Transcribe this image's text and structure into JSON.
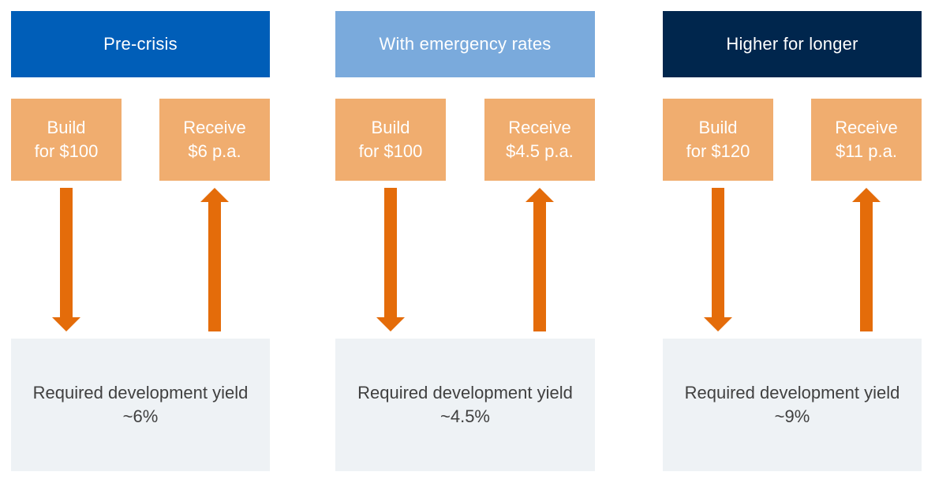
{
  "colors": {
    "box_fill": "#f0ad6f",
    "arrow_fill": "#e46c0a",
    "result_fill": "#eef2f5",
    "result_text": "#404040",
    "box_text": "#ffffff"
  },
  "scenarios": [
    {
      "header": "Pre-crisis",
      "header_color": "#005eb8",
      "build_line1": "Build",
      "build_line2": "for $100",
      "receive_line1": "Receive",
      "receive_line2": "$6 p.a.",
      "result_label": "Required development yield",
      "result_value": "~6%"
    },
    {
      "header": "With emergency rates",
      "header_color": "#7aaadc",
      "build_line1": "Build",
      "build_line2": "for $100",
      "receive_line1": "Receive",
      "receive_line2": "$4.5 p.a.",
      "result_label": "Required development yield",
      "result_value": "~4.5%"
    },
    {
      "header": "Higher for longer",
      "header_color": "#00264d",
      "build_line1": "Build",
      "build_line2": "for $120",
      "receive_line1": "Receive",
      "receive_line2": "$11 p.a.",
      "result_label": "Required development yield",
      "result_value": "~9%"
    }
  ]
}
